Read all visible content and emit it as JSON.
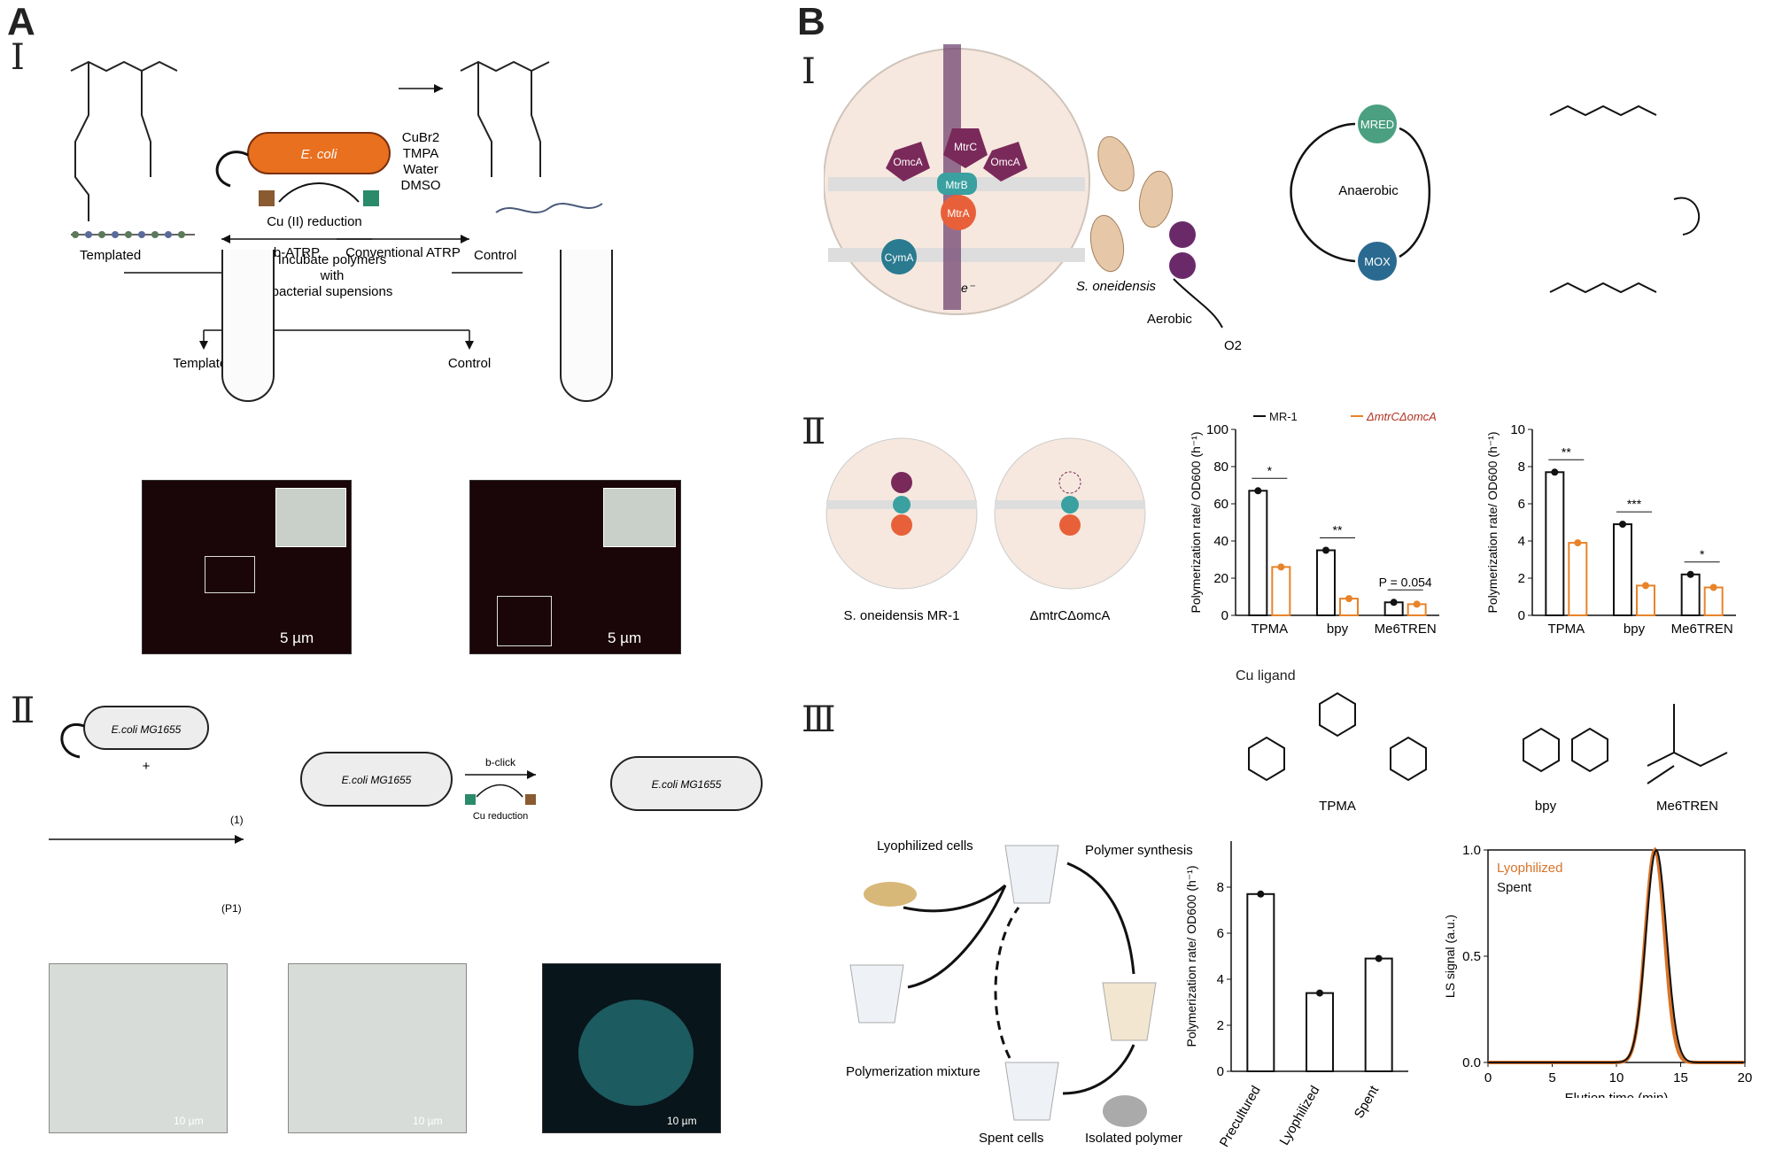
{
  "panelA": {
    "letter": "A",
    "sec1": {
      "numeral": "Ⅰ",
      "ecoli": "E. coli",
      "cu_reduction": "Cu (II) reduction",
      "batrp": "b-ATRP",
      "conv_atrp": "Conventional ATRP",
      "reagents": [
        "CuBr2",
        "TMPA",
        "Water",
        "DMSO"
      ],
      "templated_top": "Templated",
      "control_top": "Control",
      "incubate": [
        "Incubate polymers",
        "with",
        "bacterial supensions"
      ],
      "templated": "Templated",
      "control": "Control",
      "scale1": "5 µm",
      "scale2": "5 µm"
    },
    "sec2": {
      "numeral": "Ⅱ",
      "strain": "E.coli MG1655",
      "plus": "+",
      "cmpd1": "(1)",
      "p1": "(P1)",
      "bclick": "b-click",
      "cu_reduction": "Cu reduction",
      "scale1": "10 µm",
      "scale2": "10 µm",
      "scale3": "10 µm"
    }
  },
  "panelB": {
    "letter": "B",
    "sec1": {
      "numeral": "Ⅰ",
      "proteins": [
        "OmcA",
        "MtrC",
        "OmcA",
        "MtrB",
        "MtrA",
        "CymA"
      ],
      "electron": "e⁻",
      "organism": "S. oneidensis",
      "anaerobic": "Anaerobic",
      "aerobic": "Aerobic",
      "o2": "O2",
      "mred": "MRED",
      "mox": "MOX"
    },
    "sec2": {
      "numeral": "Ⅱ",
      "label_left": "S. oneidensis MR-1",
      "label_right": "ΔmtrCΔomcA",
      "legend": [
        "MR-1",
        "ΔmtrCΔomcA"
      ],
      "pval": "P = 0.054"
    },
    "sec3": {
      "numeral": "Ⅲ",
      "cu_ligand": "Cu ligand",
      "ligands": [
        "TPMA",
        "bpy",
        "Me6TREN"
      ],
      "cycle": [
        "Lyophilized cells",
        "Polymer synthesis",
        "Polymerization mixture",
        "Spent cells",
        "Isolated polymer"
      ]
    }
  },
  "chart_data": [
    {
      "type": "bar",
      "categories": [
        "TPMA",
        "bpy",
        "Me6TREN"
      ],
      "series": [
        {
          "name": "MR-1",
          "values": [
            67,
            35,
            7
          ]
        },
        {
          "name": "ΔmtrCΔomcA",
          "values": [
            26,
            9,
            6
          ]
        }
      ],
      "ylabel": "Polymerization rate/ OD600 (h⁻¹)",
      "ylim": [
        0,
        100
      ],
      "yticks": [
        0,
        20,
        40,
        60,
        80,
        100
      ],
      "significance": [
        "*",
        "**",
        "P = 0.054"
      ],
      "colors": [
        "#111111",
        "#e8832a"
      ]
    },
    {
      "type": "bar",
      "categories": [
        "TPMA",
        "bpy",
        "Me6TREN"
      ],
      "series": [
        {
          "name": "MR-1",
          "values": [
            7.7,
            4.9,
            2.2
          ]
        },
        {
          "name": "ΔmtrCΔomcA",
          "values": [
            3.9,
            1.6,
            1.5
          ]
        }
      ],
      "ylabel": "Polymerization rate/ OD600 (h⁻¹)",
      "ylim": [
        0,
        10
      ],
      "yticks": [
        0,
        2,
        4,
        6,
        8,
        10
      ],
      "significance": [
        "**",
        "***",
        "*"
      ],
      "colors": [
        "#111111",
        "#e8832a"
      ]
    },
    {
      "type": "bar",
      "categories": [
        "Precultured",
        "Lyophilized",
        "Spent"
      ],
      "values": [
        7.7,
        3.4,
        4.9
      ],
      "ylabel": "Polymerization rate/ OD600 (h⁻¹)",
      "ylim": [
        0,
        10
      ],
      "yticks": [
        0,
        2,
        4,
        6,
        8
      ]
    },
    {
      "type": "line",
      "xlabel": "Elution time (min)",
      "ylabel": "LS signal (a.u.)",
      "xlim": [
        0,
        20
      ],
      "ylim": [
        0,
        1.0
      ],
      "xticks": [
        0,
        5,
        10,
        15,
        20
      ],
      "yticks": [
        "0.0",
        "0.5",
        "1.0"
      ],
      "series": [
        {
          "name": "Lyophilized",
          "color": "#d9742a",
          "peak": 13.0,
          "width": 0.75
        },
        {
          "name": "Spent",
          "color": "#111111",
          "peak": 13.1,
          "width": 0.8
        }
      ]
    }
  ]
}
